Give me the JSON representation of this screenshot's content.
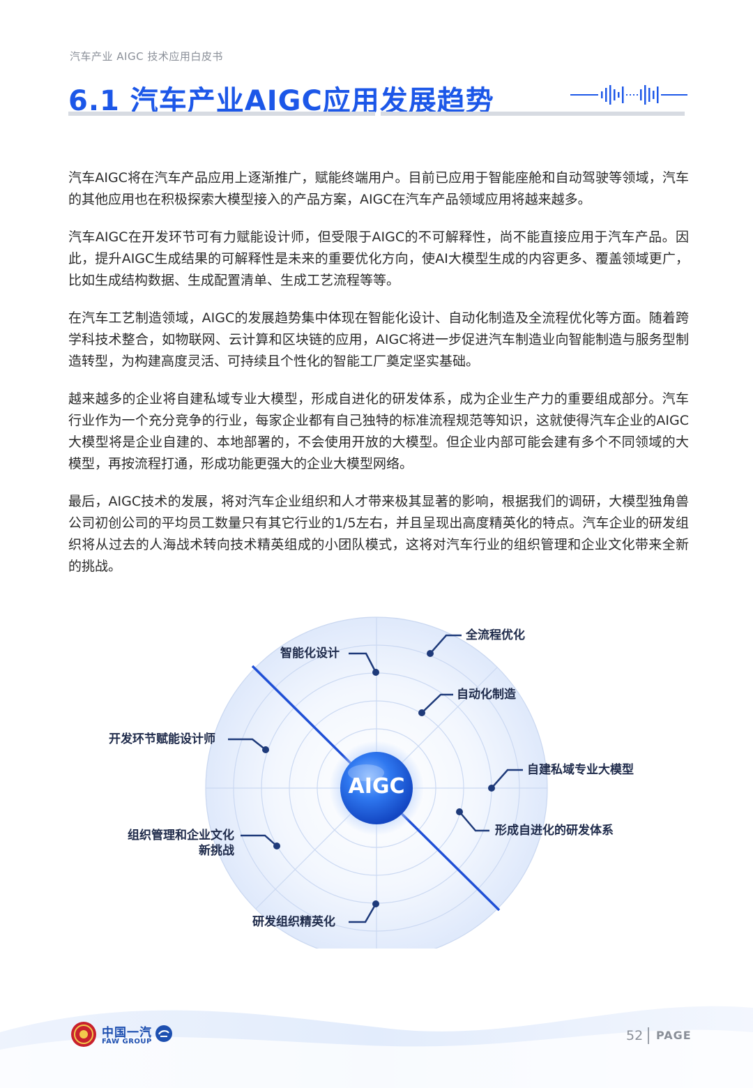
{
  "header": {
    "doc_title": "汽车产业 AIGC 技术应用白皮书",
    "section_title": "6.1 汽车产业AIGC应用发展趋势"
  },
  "paragraphs": [
    "汽车AIGC将在汽车产品应用上逐渐推广，赋能终端用户。目前已应用于智能座舱和自动驾驶等领域，汽车的其他应用也在积极探索大模型接入的产品方案，AIGC在汽车产品领域应用将越来越多。",
    "汽车AIGC在开发环节可有力赋能设计师，但受限于AIGC的不可解释性，尚不能直接应用于汽车产品。因此，提升AIGC生成结果的可解释性是未来的重要优化方向，使AI大模型生成的内容更多、覆盖领域更广，比如生成结构数据、生成配置清单、生成工艺流程等等。",
    "在汽车工艺制造领域，AIGC的发展趋势集中体现在智能化设计、自动化制造及全流程优化等方面。随着跨学科技术整合，如物联网、云计算和区块链的应用，AIGC将进一步促进汽车制造业向智能制造与服务型制造转型，为构建高度灵活、可持续且个性化的智能工厂奠定坚实基础。",
    "越来越多的企业将自建私域专业大模型，形成自进化的研发体系，成为企业生产力的重要组成部分。汽车行业作为一个充分竞争的行业，每家企业都有自己独特的标准流程规范等知识，这就使得汽车企业的AIGC大模型将是企业自建的、本地部署的，不会使用开放的大模型。但企业内部可能会建有多个不同领域的大模型，再按流程打通，形成功能更强大的企业大模型网络。",
    "最后，AIGC技术的发展，将对汽车企业组织和人才带来极其显著的影响，根据我们的调研，大模型独角兽公司初创公司的平均员工数量只有其它行业的1/5左右，并且呈现出高度精英化的特点。汽车企业的研发组织将从过去的人海战术转向技术精英组成的小团队模式，这将对汽车行业的组织管理和企业文化带来全新的挑战。"
  ],
  "diagram": {
    "center": "AIGC",
    "labels": {
      "full_process": "全流程优化",
      "smart_design": "智能化设计",
      "auto_manufacture": "自动化制造",
      "designer_enable": "开发环节赋能设计师",
      "private_model": "自建私域专业大模型",
      "self_evolve": "形成自进化的研发体系",
      "org_mgmt_line1": "组织管理和企业文化",
      "org_mgmt_line2": "新挑战",
      "elite_org": "研发组织精英化"
    }
  },
  "footer": {
    "logo_cn": "中国一汽",
    "logo_en": "FAW GROUP",
    "page_number": "52",
    "page_word": "PAGE"
  },
  "colors": {
    "title_blue": "#1c57e8",
    "diagram_line": "#1f4fd6",
    "text": "#2a2a2a"
  }
}
